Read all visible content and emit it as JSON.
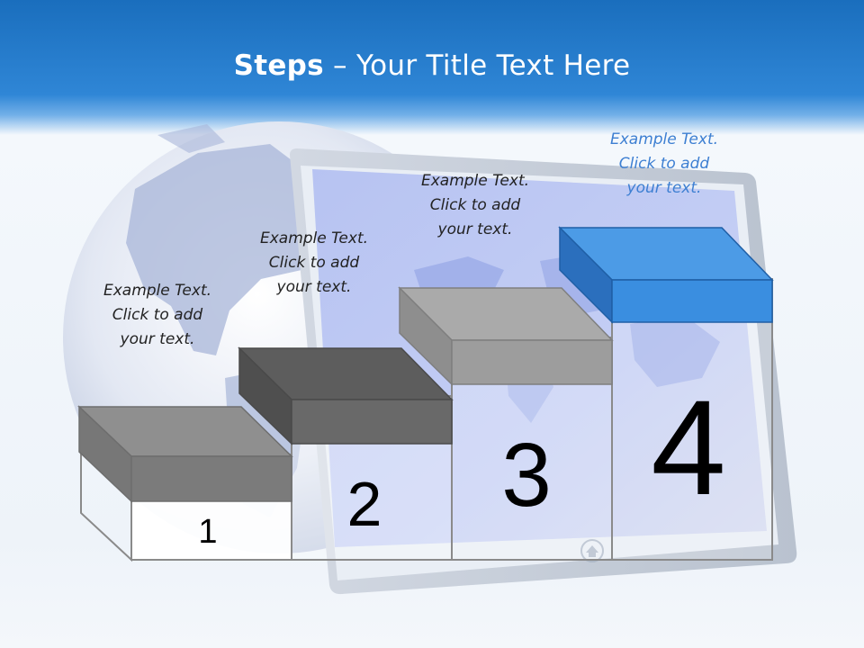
{
  "slide": {
    "title_bold": "Steps",
    "title_rest": " – Your Title Text Here"
  },
  "steps": [
    {
      "number": "1",
      "caption": [
        "Example Text.",
        "Click  to add",
        "your text."
      ],
      "top_color": "#8c8c8c",
      "front_color": "#7a7a7a"
    },
    {
      "number": "2",
      "caption": [
        "Example Text.",
        "Click  to add",
        "your text."
      ],
      "top_color": "#5a5a5a",
      "front_color": "#676767"
    },
    {
      "number": "3",
      "caption": [
        "Example Text.",
        "Click  to add",
        "your text."
      ],
      "top_color": "#a6a6a6",
      "front_color": "#9c9c9c"
    },
    {
      "number": "4",
      "caption": [
        "Example Text.",
        "Click  to add",
        "your text."
      ],
      "top_color": "#3e8ee0",
      "front_color": "#3a8de0"
    }
  ],
  "colors": {
    "header_blue": "#2a7fd0",
    "accent_caption": "#3d7fd2",
    "tablet_frame": "#c7cfda",
    "tablet_screen": "#aebff0",
    "globe": "#c9d3ea"
  },
  "icons": [
    "globe-icon",
    "tablet-home-button-icon"
  ]
}
